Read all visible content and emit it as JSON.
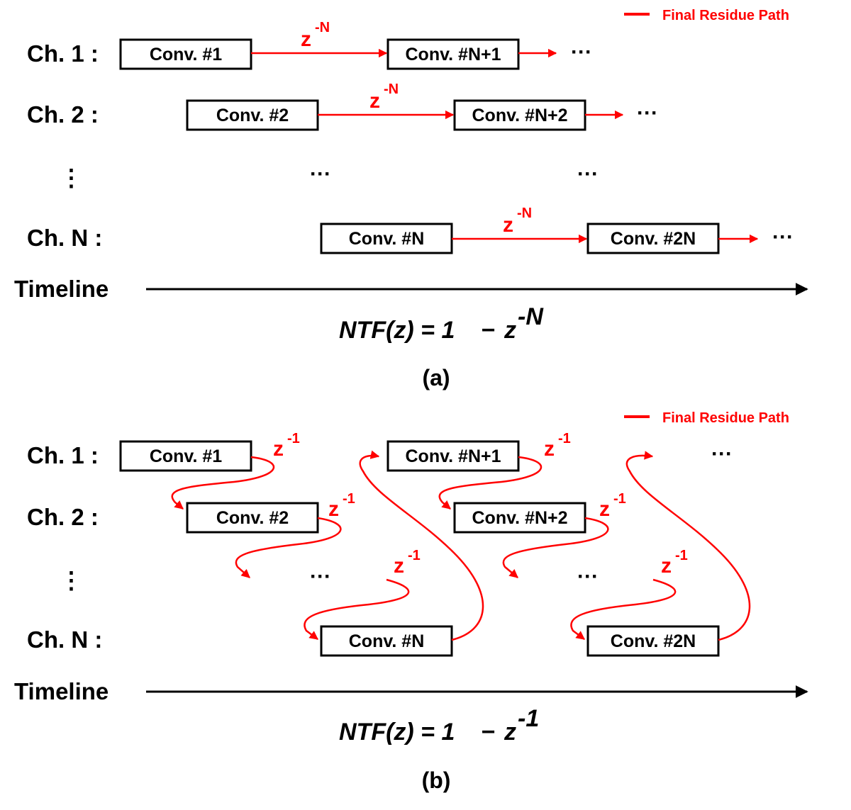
{
  "legend_label": "Final Residue Path",
  "colors": {
    "path": "#ff0000",
    "ink": "#000000"
  },
  "panel_a": {
    "channels": [
      "Ch. 1 :",
      "Ch. 2 :",
      "Ch. N :"
    ],
    "vdots": "⋮",
    "boxes": [
      "Conv. #1",
      "Conv. #N+1",
      "Conv. #2",
      "Conv. #N+2",
      "Conv. #N",
      "Conv. #2N"
    ],
    "delay_base": "z",
    "delay_exp": "-N",
    "ellipsis": "···",
    "timeline": "Timeline",
    "ntf_lhs": "NTF(z) = 1",
    "ntf_minus": "−",
    "ntf_z": "z",
    "ntf_exp": "-N",
    "caption": "(a)"
  },
  "panel_b": {
    "channels": [
      "Ch. 1 :",
      "Ch. 2 :",
      "Ch. N :"
    ],
    "vdots": "⋮",
    "boxes": [
      "Conv. #1",
      "Conv. #N+1",
      "Conv. #2",
      "Conv. #N+2",
      "Conv. #N",
      "Conv. #2N"
    ],
    "delay_base": "z",
    "delay_exp": "-1",
    "ellipsis": "···",
    "timeline": "Timeline",
    "ntf_lhs": "NTF(z) = 1",
    "ntf_minus": "−",
    "ntf_z": "z",
    "ntf_exp": "-1",
    "caption": "(b)"
  }
}
